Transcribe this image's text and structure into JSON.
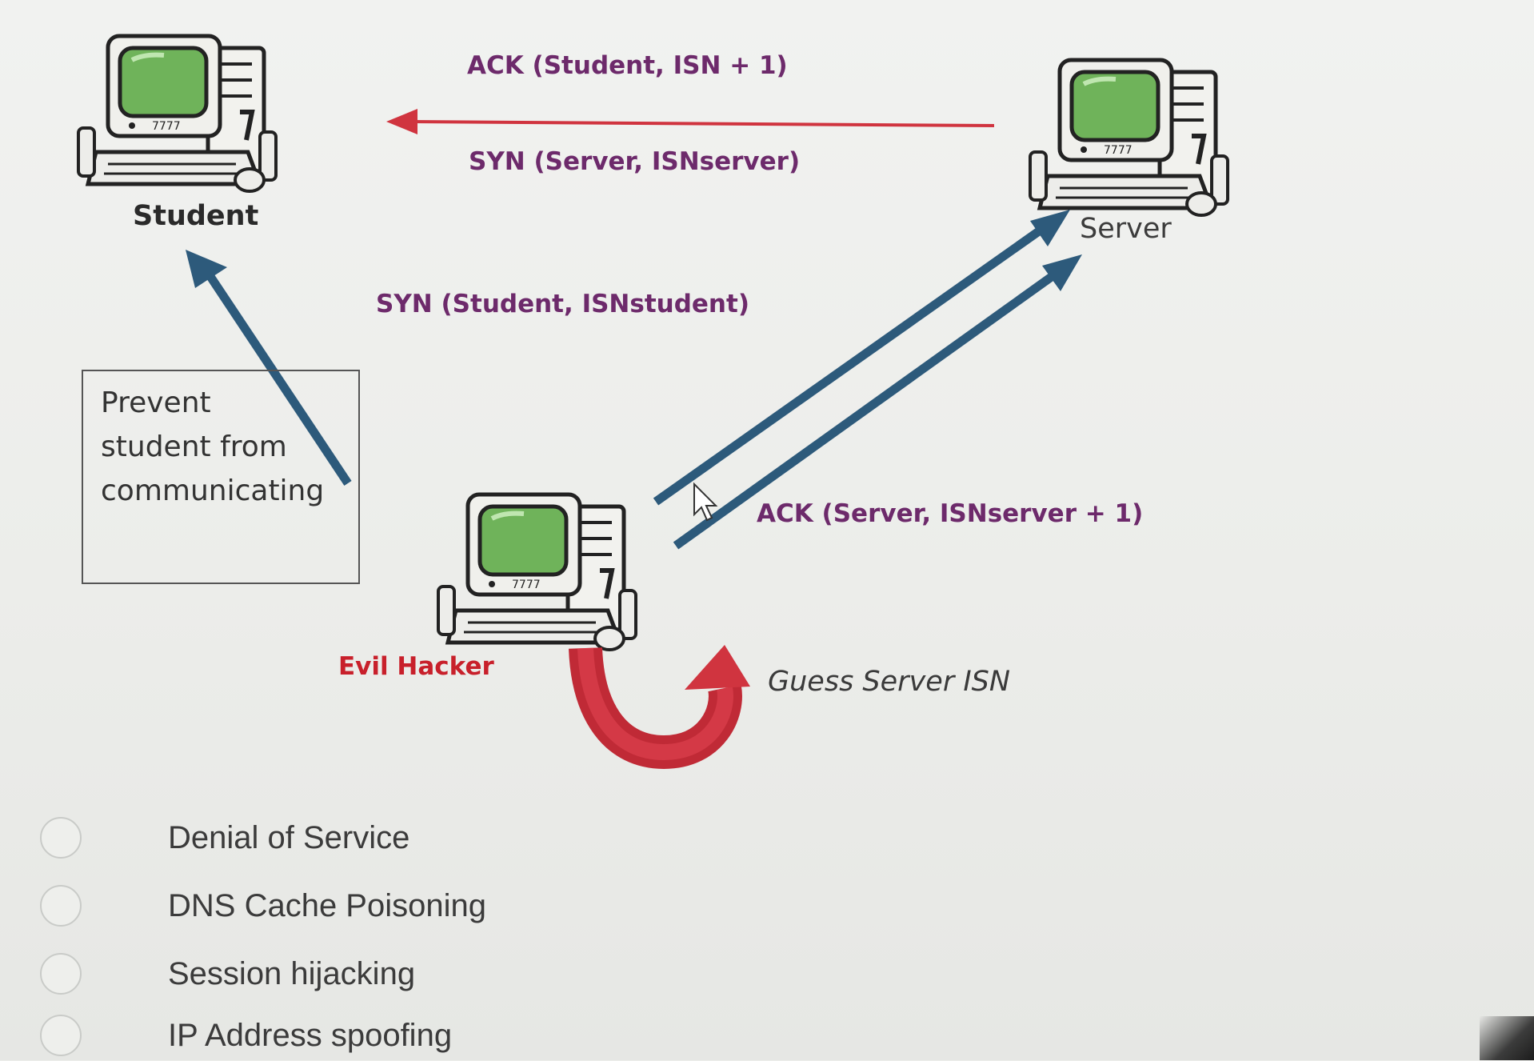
{
  "nodes": {
    "student": {
      "label": "Student"
    },
    "server": {
      "label": "Server"
    },
    "hacker": {
      "label": "Evil Hacker"
    }
  },
  "messages": {
    "ack_student": "ACK (Student, ISN + 1)",
    "syn_server": "SYN (Server, ISNserver)",
    "syn_student": "SYN (Student, ISNstudent)",
    "ack_server": "ACK (Server,  ISNserver + 1)"
  },
  "note": {
    "text": "Prevent\nstudent from\ncommunicating"
  },
  "guess": {
    "label": "Guess Server ISN"
  },
  "options": [
    {
      "label": "Denial of Service"
    },
    {
      "label": "DNS Cache Poisoning"
    },
    {
      "label": "Session hijacking"
    },
    {
      "label": "IP Address spoofing"
    }
  ],
  "colors": {
    "message_text": "#6d2a6b",
    "blue_arrow": "#2d5a7b",
    "red_arrow": "#d0343f",
    "evil_text": "#c8202b"
  }
}
